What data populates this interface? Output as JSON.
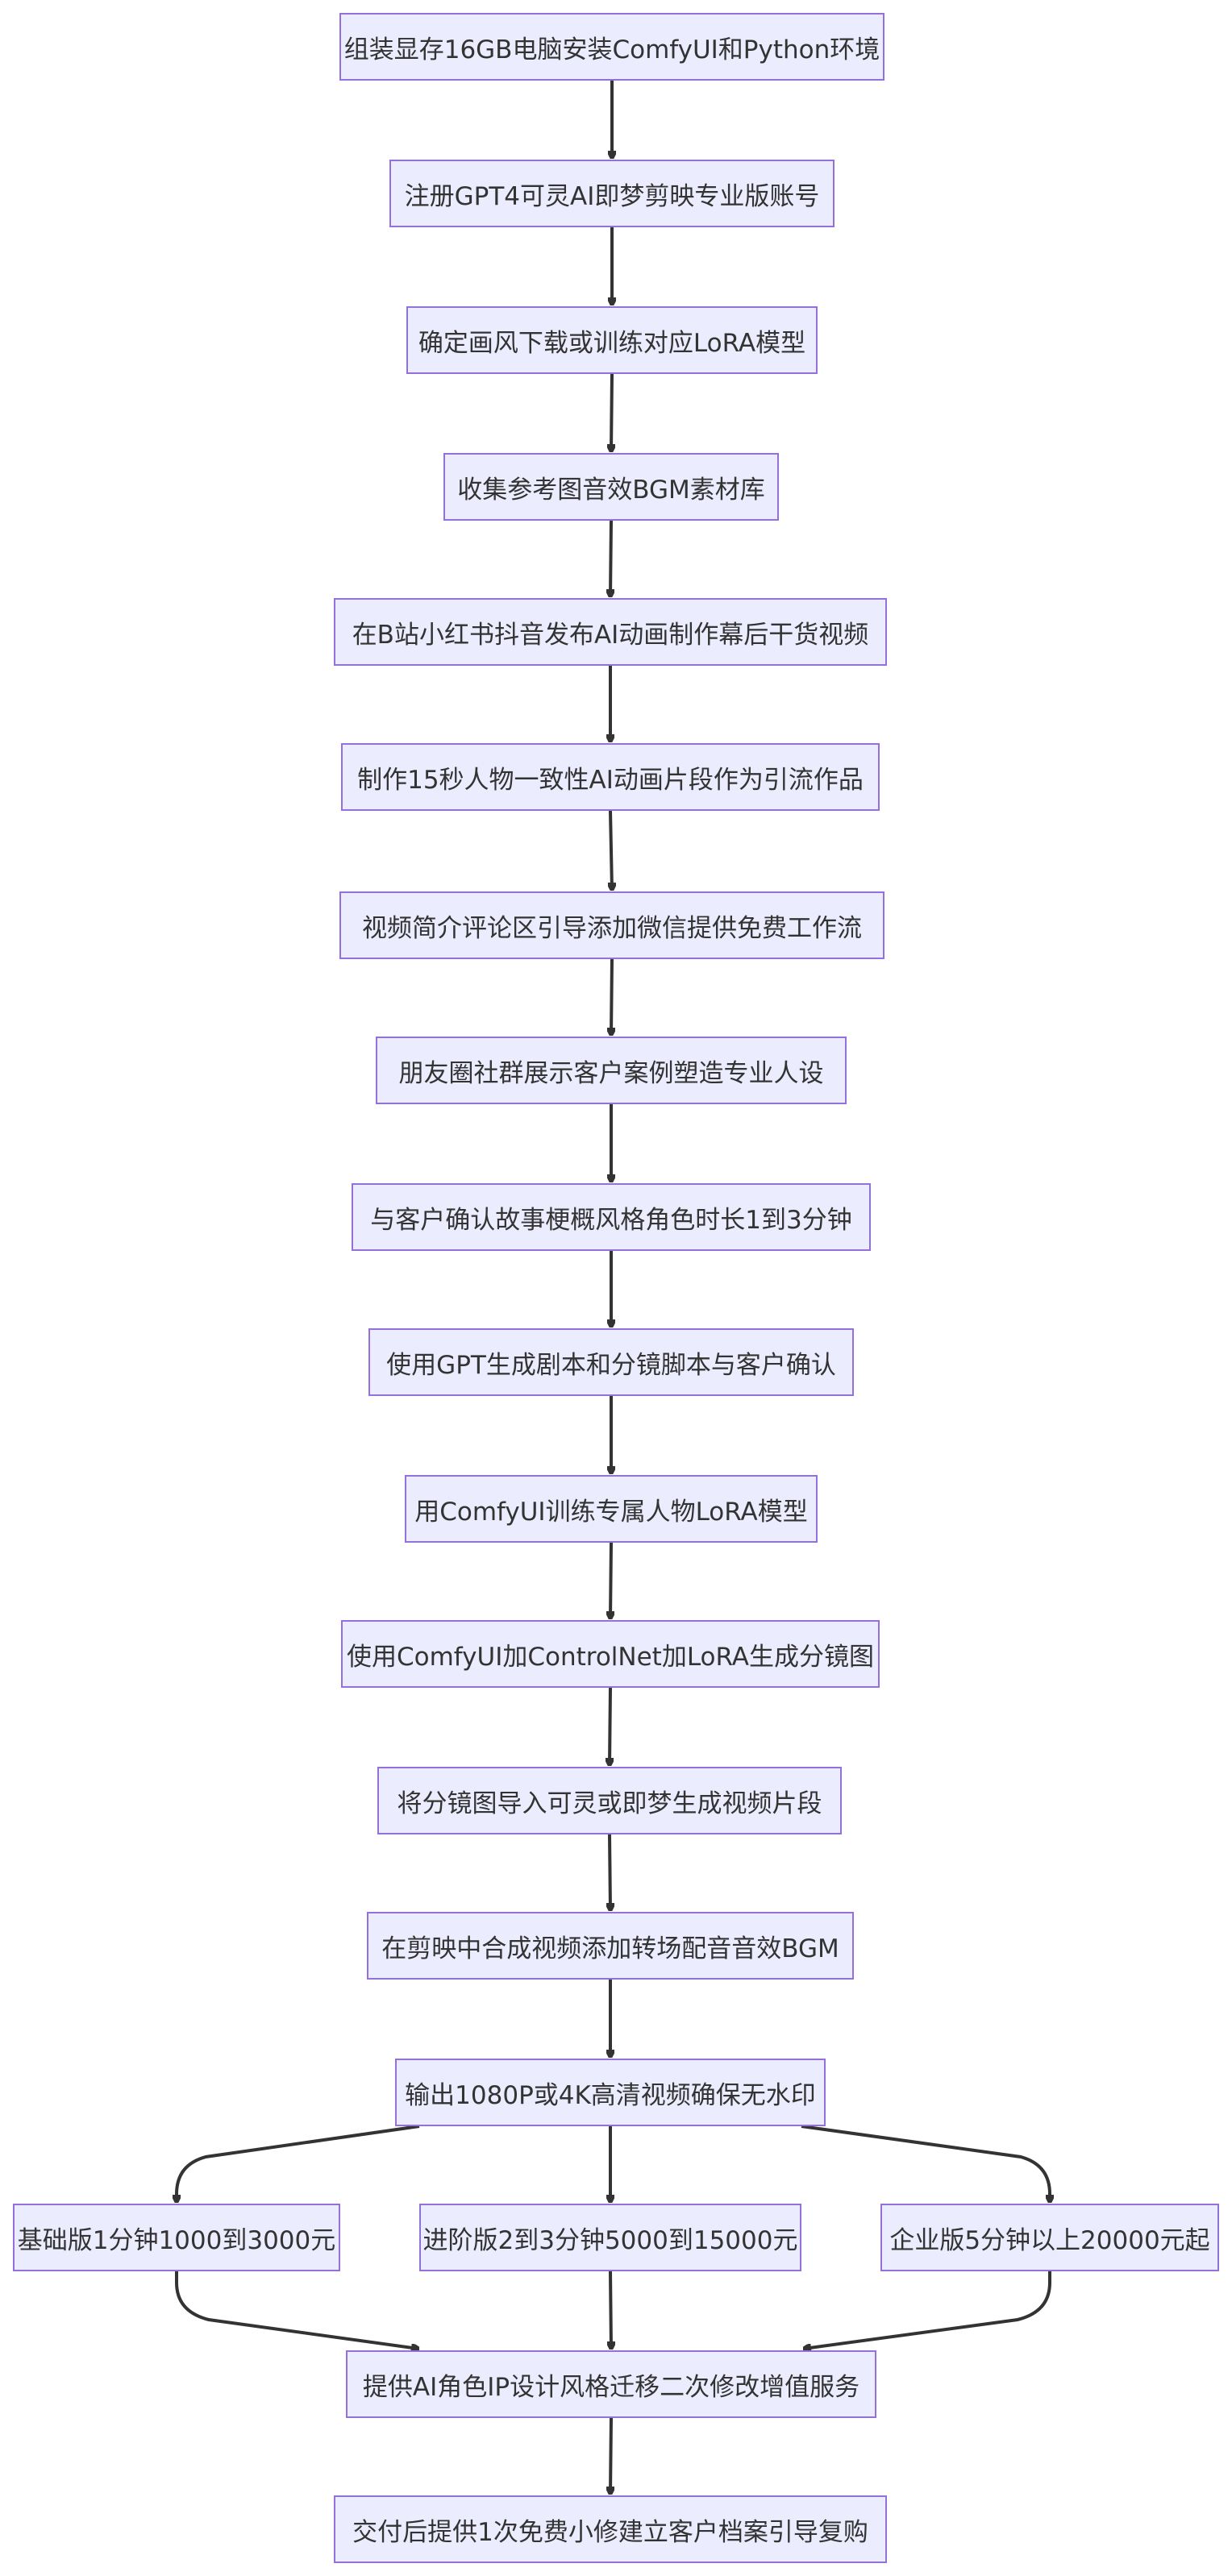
{
  "flowchart": {
    "nodes": [
      {
        "id": "n1",
        "label": "组装显存16GB电脑安装ComfyUI和Python环境"
      },
      {
        "id": "n2",
        "label": "注册GPT4可灵AI即梦剪映专业版账号"
      },
      {
        "id": "n3",
        "label": "确定画风下载或训练对应LoRA模型"
      },
      {
        "id": "n4",
        "label": "收集参考图音效BGM素材库"
      },
      {
        "id": "n5",
        "label": "在B站小红书抖音发布AI动画制作幕后干货视频"
      },
      {
        "id": "n6",
        "label": "制作15秒人物一致性AI动画片段作为引流作品"
      },
      {
        "id": "n7",
        "label": "视频简介评论区引导添加微信提供免费工作流"
      },
      {
        "id": "n8",
        "label": "朋友圈社群展示客户案例塑造专业人设"
      },
      {
        "id": "n9",
        "label": "与客户确认故事梗概风格角色时长1到3分钟"
      },
      {
        "id": "n10",
        "label": "使用GPT生成剧本和分镜脚本与客户确认"
      },
      {
        "id": "n11",
        "label": "用ComfyUI训练专属人物LoRA模型"
      },
      {
        "id": "n12",
        "label": "使用ComfyUI加ControlNet加LoRA生成分镜图"
      },
      {
        "id": "n13",
        "label": "将分镜图导入可灵或即梦生成视频片段"
      },
      {
        "id": "n14",
        "label": "在剪映中合成视频添加转场配音音效BGM"
      },
      {
        "id": "n15",
        "label": "输出1080P或4K高清视频确保无水印"
      },
      {
        "id": "n16",
        "label": "基础版1分钟1000到3000元"
      },
      {
        "id": "n17",
        "label": "进阶版2到3分钟5000到15000元"
      },
      {
        "id": "n18",
        "label": "企业版5分钟以上20000元起"
      },
      {
        "id": "n19",
        "label": "提供AI角色IP设计风格迁移二次修改增值服务"
      },
      {
        "id": "n20",
        "label": "交付后提供1次免费小修建立客户档案引导复购"
      }
    ],
    "edges": [
      [
        "n1",
        "n2"
      ],
      [
        "n2",
        "n3"
      ],
      [
        "n3",
        "n4"
      ],
      [
        "n4",
        "n5"
      ],
      [
        "n5",
        "n6"
      ],
      [
        "n6",
        "n7"
      ],
      [
        "n7",
        "n8"
      ],
      [
        "n8",
        "n9"
      ],
      [
        "n9",
        "n10"
      ],
      [
        "n10",
        "n11"
      ],
      [
        "n11",
        "n12"
      ],
      [
        "n12",
        "n13"
      ],
      [
        "n13",
        "n14"
      ],
      [
        "n14",
        "n15"
      ],
      [
        "n15",
        "n16"
      ],
      [
        "n15",
        "n17"
      ],
      [
        "n15",
        "n18"
      ],
      [
        "n16",
        "n19"
      ],
      [
        "n17",
        "n19"
      ],
      [
        "n18",
        "n19"
      ],
      [
        "n19",
        "n20"
      ]
    ],
    "colors": {
      "node_fill": "#ececff",
      "node_border": "#9370db",
      "edge": "#333333",
      "text": "#333333"
    }
  }
}
